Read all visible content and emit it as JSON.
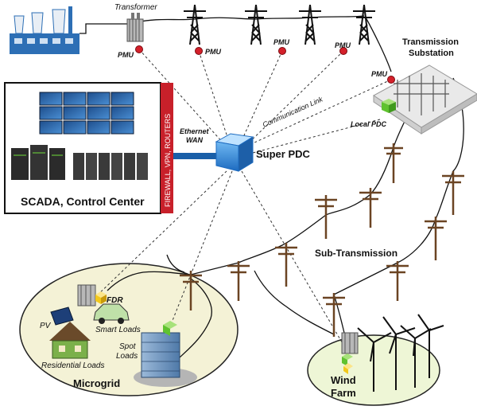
{
  "labels": {
    "transformer": "Transformer",
    "pmu": "PMU",
    "transmission_substation": [
      "Transmission",
      "Substation"
    ],
    "communication_link": "Communication Link",
    "local_pdc": "Local PDC",
    "ethernet_wan": [
      "Ethernet",
      "WAN"
    ],
    "super_pdc": "Super PDC",
    "firewall": "FIREWALL, VPN, ROUTERS",
    "scada": "SCADA, Control Center",
    "sub_transmission": "Sub-Transmission",
    "fdr": "FDR",
    "pv": "PV",
    "smart_loads": "Smart Loads",
    "spot_loads": [
      "Spot",
      "Loads"
    ],
    "residential_loads": "Residential Loads",
    "microgrid": "Microgrid",
    "wind_farm": [
      "Wind",
      "Farm"
    ]
  },
  "colors": {
    "pmu_red": "#d4202a",
    "link_blue": "#1a5fa8",
    "firewall_red": "#c8202a",
    "pdc_blue": "#2f86d6",
    "local_pdc_green": "#5fc22f",
    "fdr_yellow": "#f2c81c",
    "microgrid_fill": "#f4f2d6",
    "windfarm_fill": "#eef6d6",
    "plant_blue": "#2d6fb5"
  },
  "icons": {
    "plant": "power-plant-icon",
    "transformer": "transformer-icon",
    "tower": "transmission-tower-icon",
    "pole": "utility-pole-icon",
    "substation": "substation-icon",
    "super_pdc": "cube-icon",
    "servers": "server-rack-icon",
    "video_wall": "video-wall-icon",
    "house": "house-icon",
    "car": "electric-car-icon",
    "building": "office-building-icon",
    "turbine": "wind-turbine-icon"
  }
}
